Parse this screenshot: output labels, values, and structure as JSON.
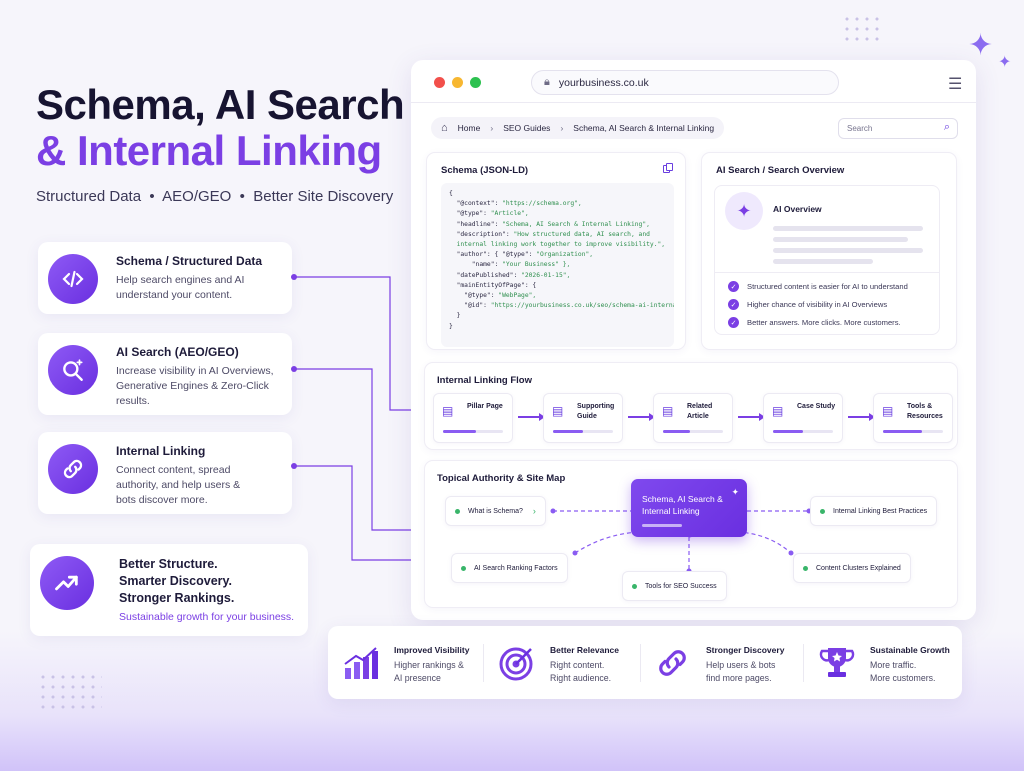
{
  "hero": {
    "title_line1": "Schema, AI Search",
    "title_line2": "& Internal Linking",
    "subtitle": "Structured Data  •  AEO/GEO  •  Better Site Discovery"
  },
  "features": [
    {
      "title": "Schema / Structured Data",
      "desc": "Help search engines and AI understand your content.",
      "icon": "code-icon"
    },
    {
      "title": "AI Search (AEO/GEO)",
      "desc": "Increase visibility in AI Overviews, Generative Engines & Zero-Click results.",
      "icon": "search-sparkle-icon"
    },
    {
      "title": "Internal Linking",
      "desc": "Connect content, spread authority, and help users & bots discover more.",
      "icon": "link-icon"
    }
  ],
  "bottom_card": {
    "line1": "Better Structure.",
    "line2": "Smarter Discovery.",
    "line3": "Stronger Rankings.",
    "sub": "Sustainable growth for your business.",
    "icon": "trend-up-icon"
  },
  "browser": {
    "url": "yourbusiness.co.uk",
    "breadcrumb": [
      "Home",
      "SEO Guides",
      "Schema, AI Search & Internal Linking"
    ],
    "search_placeholder": "Search"
  },
  "schema_panel": {
    "title": "Schema (JSON-LD)",
    "code_lines": [
      [
        "{",
        ""
      ],
      [
        "  \"@context\": ",
        "\"https://schema.org\","
      ],
      [
        "  \"@type\": ",
        "\"Article\","
      ],
      [
        "  \"headline\": ",
        "\"Schema, AI Search & Internal Linking\","
      ],
      [
        "  \"description\": ",
        "\"How structured data, AI search, and"
      ],
      [
        "",
        "  internal linking work together to improve visibility.\","
      ],
      [
        "  \"author\": { \"@type\": ",
        "\"Organization\","
      ],
      [
        "      \"name\": ",
        "\"Your Business\" },"
      ],
      [
        "  \"datePublished\": ",
        "\"2026-01-15\","
      ],
      [
        "  \"mainEntityOfPage\": {",
        ""
      ],
      [
        "    \"@type\": ",
        "\"WebPage\","
      ],
      [
        "    \"@id\": ",
        "\"https://yourbusiness.co.uk/seo/schema-ai-internal-linking\""
      ],
      [
        "  }",
        ""
      ],
      [
        "}",
        ""
      ]
    ]
  },
  "ai_panel": {
    "title": "AI Search / Search Overview",
    "card_label": "AI Overview",
    "checks": [
      "Structured content is easier for AI to understand",
      "Higher chance of visibility in AI Overviews",
      "Better answers. More clicks. More customers."
    ]
  },
  "flow_panel": {
    "title": "Internal Linking Flow",
    "steps": [
      "Pillar Page",
      "Supporting Guide",
      "Related Article",
      "Case Study",
      "Tools & Resources"
    ],
    "progress": [
      0.55,
      0.5,
      0.45,
      0.5,
      0.65
    ]
  },
  "map_panel": {
    "title": "Topical Authority & Site Map",
    "center": "Schema, AI Search & Internal Linking",
    "nodes": [
      "What is Schema?",
      "Internal Linking Best Practices",
      "AI Search Ranking Factors",
      "Tools for SEO Success",
      "Content Clusters Explained"
    ]
  },
  "benefits": [
    {
      "title": "Improved Visibility",
      "line1": "Higher rankings &",
      "line2": "AI presence",
      "icon": "bar-chart-icon"
    },
    {
      "title": "Better Relevance",
      "line1": "Right content.",
      "line2": "Right audience.",
      "icon": "target-icon"
    },
    {
      "title": "Stronger Discovery",
      "line1": "Help users & bots",
      "line2": "find more pages.",
      "icon": "link-icon"
    },
    {
      "title": "Sustainable Growth",
      "line1": "More traffic.",
      "line2": "More customers.",
      "icon": "trophy-icon"
    }
  ],
  "colors": {
    "accent": "#7b3fe4",
    "success": "#39b56a",
    "title": "#171431"
  }
}
